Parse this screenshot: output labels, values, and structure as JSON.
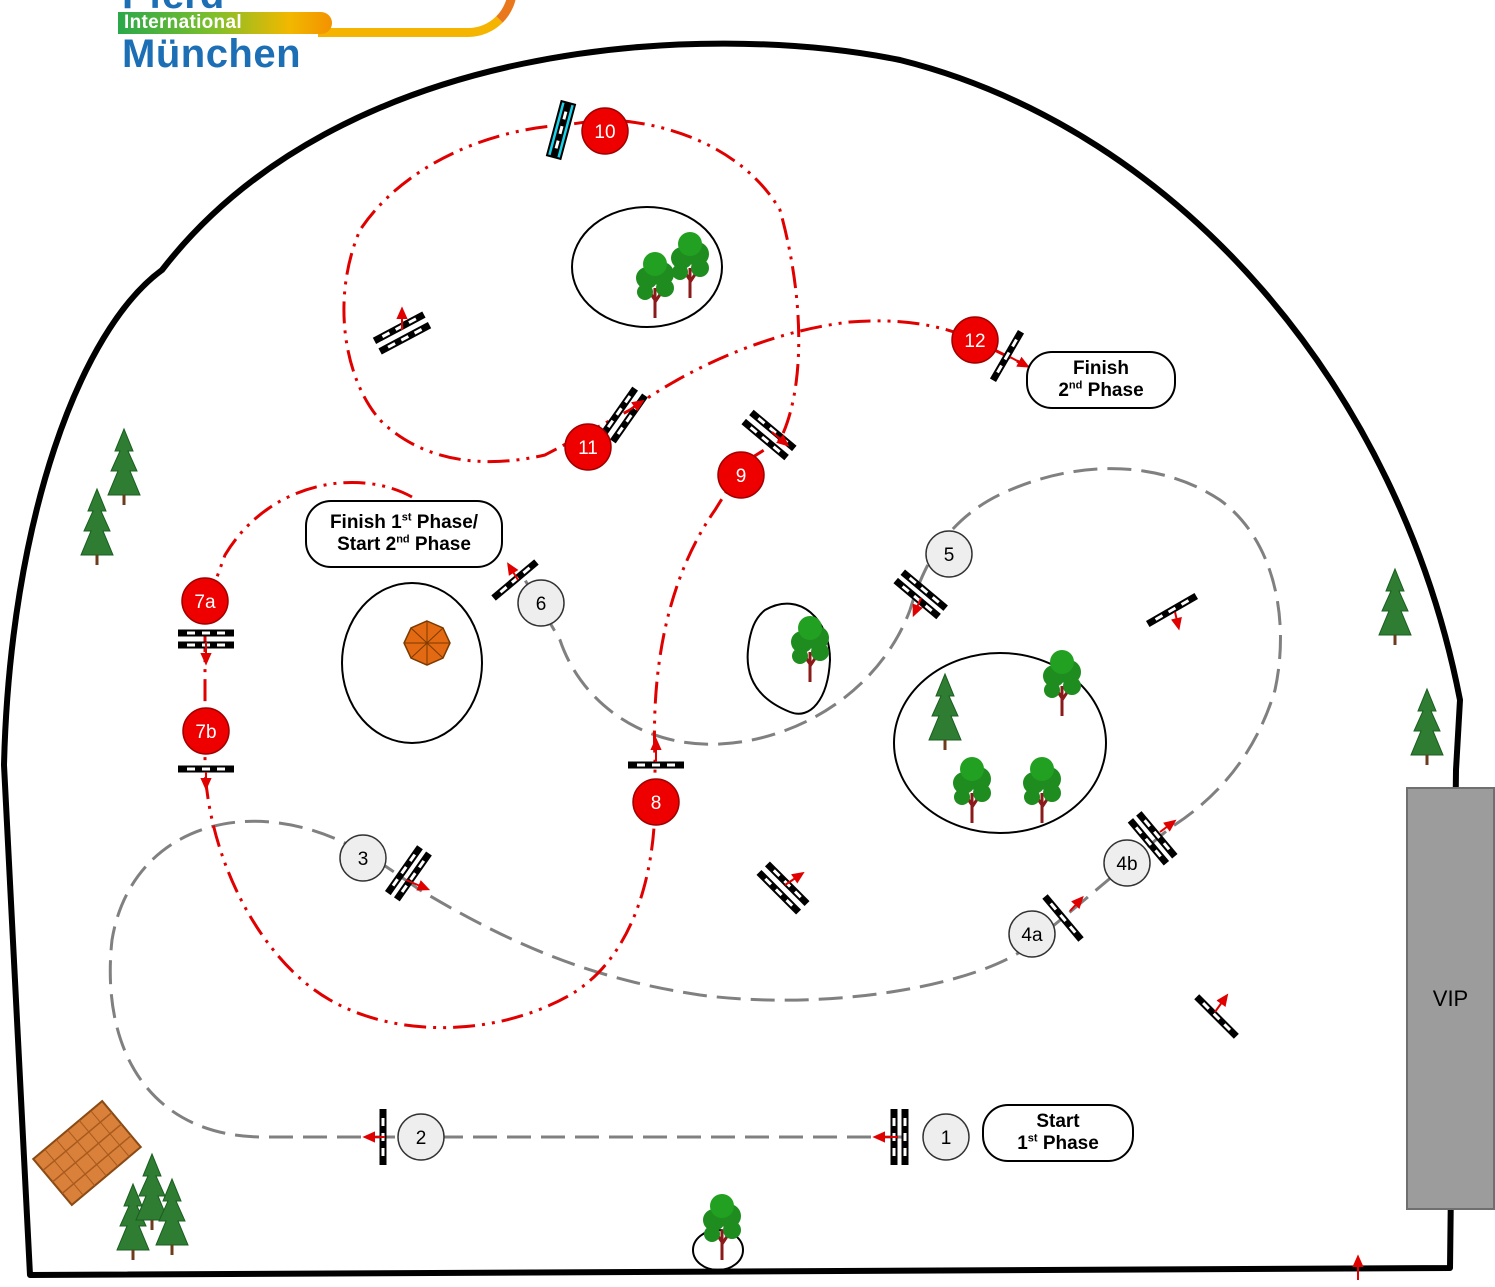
{
  "logo": {
    "top": "Pferd",
    "band": "International",
    "city": "München"
  },
  "vip": "VIP",
  "labels": {
    "start": {
      "line1": "Start",
      "line2_num": "1",
      "line2_sup": "st",
      "line2_rest": " Phase"
    },
    "finish1": {
      "line1_pre": "Finish 1",
      "line1_sup": "st",
      "line1_post": " Phase/",
      "line2_pre": "Start 2",
      "line2_sup": "nd",
      "line2_post": " Phase"
    },
    "finish2": {
      "line1": "Finish",
      "line2_num": "2",
      "line2_sup": "nd",
      "line2_rest": " Phase"
    }
  },
  "obstacles": {
    "phase1": [
      "1",
      "2",
      "3",
      "4a",
      "4b",
      "5",
      "6"
    ],
    "phase2": [
      "7a",
      "7b",
      "8",
      "9",
      "10",
      "11",
      "12"
    ]
  },
  "colors": {
    "phase1": "#808080",
    "phase2": "#e00000",
    "phase1_fill": "#eeeeee",
    "phase2_fill": "#ee0000",
    "tree": "#1e8c1e",
    "trunk": "#8b1a1a",
    "conifer": "#2e7d32",
    "vip": "#9c9c9c",
    "hut": "#d9803a",
    "umbrella": "#e36a12"
  }
}
